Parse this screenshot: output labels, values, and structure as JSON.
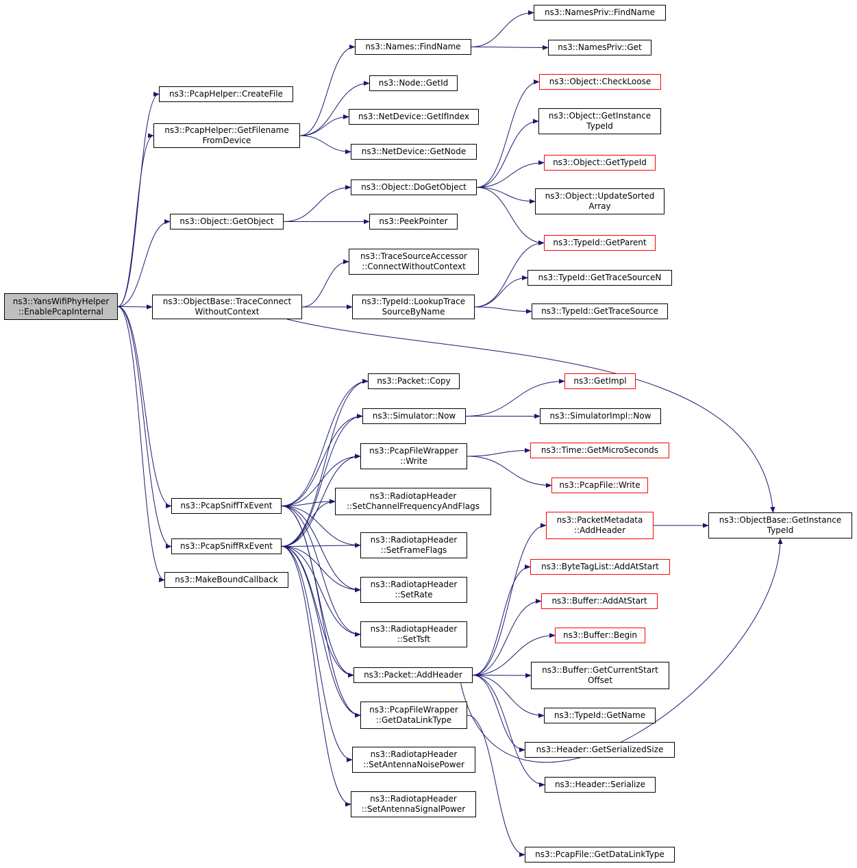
{
  "colors": {
    "edge": "#191970",
    "node_border": "#000000",
    "node_border_truncated": "#ff0000",
    "root_fill": "#bfbfbf",
    "node_fill": "#ffffff"
  },
  "nodes": [
    {
      "id": "root",
      "lines": [
        "ns3::YansWifiPhyHelper",
        "::EnablePcapInternal"
      ],
      "truncated": false,
      "root": true
    },
    {
      "id": "createfile",
      "lines": [
        "ns3::PcapHelper::CreateFile"
      ],
      "truncated": false
    },
    {
      "id": "getfilename",
      "lines": [
        "ns3::PcapHelper::GetFilename",
        "FromDevice"
      ],
      "truncated": false
    },
    {
      "id": "getobject",
      "lines": [
        "ns3::Object::GetObject"
      ],
      "truncated": false
    },
    {
      "id": "traceconnect",
      "lines": [
        "ns3::ObjectBase::TraceConnect",
        "WithoutContext"
      ],
      "truncated": false
    },
    {
      "id": "sniffTx",
      "lines": [
        "ns3::PcapSniffTxEvent"
      ],
      "truncated": false
    },
    {
      "id": "sniffRx",
      "lines": [
        "ns3::PcapSniffRxEvent"
      ],
      "truncated": false
    },
    {
      "id": "makebound",
      "lines": [
        "ns3::MakeBoundCallback"
      ],
      "truncated": false
    },
    {
      "id": "namesfind",
      "lines": [
        "ns3::Names::FindName"
      ],
      "truncated": false
    },
    {
      "id": "nodeget",
      "lines": [
        "ns3::Node::GetId"
      ],
      "truncated": false
    },
    {
      "id": "netifindex",
      "lines": [
        "ns3::NetDevice::GetIfIndex"
      ],
      "truncated": false
    },
    {
      "id": "netnode",
      "lines": [
        "ns3::NetDevice::GetNode"
      ],
      "truncated": false
    },
    {
      "id": "dogetobject",
      "lines": [
        "ns3::Object::DoGetObject"
      ],
      "truncated": false
    },
    {
      "id": "peekpointer",
      "lines": [
        "ns3::PeekPointer"
      ],
      "truncated": false
    },
    {
      "id": "tsaccessor",
      "lines": [
        "ns3::TraceSourceAccessor",
        "::ConnectWithoutContext"
      ],
      "truncated": false
    },
    {
      "id": "lookuptrace",
      "lines": [
        "ns3::TypeId::LookupTrace",
        "SourceByName"
      ],
      "truncated": false
    },
    {
      "id": "npfind",
      "lines": [
        "ns3::NamesPriv::FindName"
      ],
      "truncated": false
    },
    {
      "id": "npget",
      "lines": [
        "ns3::NamesPriv::Get"
      ],
      "truncated": false
    },
    {
      "id": "checkloose",
      "lines": [
        "ns3::Object::CheckLoose"
      ],
      "truncated": true
    },
    {
      "id": "getinsttypeid",
      "lines": [
        "ns3::Object::GetInstance",
        "TypeId"
      ],
      "truncated": false
    },
    {
      "id": "gettypeid",
      "lines": [
        "ns3::Object::GetTypeId"
      ],
      "truncated": true
    },
    {
      "id": "updatesorted",
      "lines": [
        "ns3::Object::UpdateSorted",
        "Array"
      ],
      "truncated": false
    },
    {
      "id": "getparent",
      "lines": [
        "ns3::TypeId::GetParent"
      ],
      "truncated": true
    },
    {
      "id": "gettracesourcen",
      "lines": [
        "ns3::TypeId::GetTraceSourceN"
      ],
      "truncated": false
    },
    {
      "id": "gettracesource",
      "lines": [
        "ns3::TypeId::GetTraceSource"
      ],
      "truncated": false
    },
    {
      "id": "packetcopy",
      "lines": [
        "ns3::Packet::Copy"
      ],
      "truncated": false
    },
    {
      "id": "simnow",
      "lines": [
        "ns3::Simulator::Now"
      ],
      "truncated": false
    },
    {
      "id": "pfwwrite",
      "lines": [
        "ns3::PcapFileWrapper",
        "::Write"
      ],
      "truncated": false
    },
    {
      "id": "rtchannel",
      "lines": [
        "ns3::RadiotapHeader",
        "::SetChannelFrequencyAndFlags"
      ],
      "truncated": false
    },
    {
      "id": "rtframe",
      "lines": [
        "ns3::RadiotapHeader",
        "::SetFrameFlags"
      ],
      "truncated": false
    },
    {
      "id": "rtrate",
      "lines": [
        "ns3::RadiotapHeader",
        "::SetRate"
      ],
      "truncated": false
    },
    {
      "id": "rttsft",
      "lines": [
        "ns3::RadiotapHeader",
        "::SetTsft"
      ],
      "truncated": false
    },
    {
      "id": "addheader",
      "lines": [
        "ns3::Packet::AddHeader"
      ],
      "truncated": false
    },
    {
      "id": "pfwdlt",
      "lines": [
        "ns3::PcapFileWrapper",
        "::GetDataLinkType"
      ],
      "truncated": false
    },
    {
      "id": "rtnoise",
      "lines": [
        "ns3::RadiotapHeader",
        "::SetAntennaNoisePower"
      ],
      "truncated": false
    },
    {
      "id": "rtsignal",
      "lines": [
        "ns3::RadiotapHeader",
        "::SetAntennaSignalPower"
      ],
      "truncated": false
    },
    {
      "id": "getimpl",
      "lines": [
        "ns3::GetImpl"
      ],
      "truncated": true
    },
    {
      "id": "simimplnow",
      "lines": [
        "ns3::SimulatorImpl::Now"
      ],
      "truncated": false
    },
    {
      "id": "getmicro",
      "lines": [
        "ns3::Time::GetMicroSeconds"
      ],
      "truncated": true
    },
    {
      "id": "pcapfilewrite",
      "lines": [
        "ns3::PcapFile::Write"
      ],
      "truncated": true
    },
    {
      "id": "pmaddheader",
      "lines": [
        "ns3::PacketMetadata",
        "::AddHeader"
      ],
      "truncated": true
    },
    {
      "id": "btladdatstart",
      "lines": [
        "ns3::ByteTagList::AddAtStart"
      ],
      "truncated": true
    },
    {
      "id": "bufaddatstart",
      "lines": [
        "ns3::Buffer::AddAtStart"
      ],
      "truncated": true
    },
    {
      "id": "bufbegin",
      "lines": [
        "ns3::Buffer::Begin"
      ],
      "truncated": true
    },
    {
      "id": "bufcurstart",
      "lines": [
        "ns3::Buffer::GetCurrentStart",
        "Offset"
      ],
      "truncated": false
    },
    {
      "id": "typeidname",
      "lines": [
        "ns3::TypeId::GetName"
      ],
      "truncated": false
    },
    {
      "id": "hdrsersize",
      "lines": [
        "ns3::Header::GetSerializedSize"
      ],
      "truncated": false
    },
    {
      "id": "hdrserialize",
      "lines": [
        "ns3::Header::Serialize"
      ],
      "truncated": false
    },
    {
      "id": "pfdlt",
      "lines": [
        "ns3::PcapFile::GetDataLinkType"
      ],
      "truncated": false
    },
    {
      "id": "obginsttypeid",
      "lines": [
        "ns3::ObjectBase::GetInstance",
        "TypeId"
      ],
      "truncated": false
    }
  ],
  "edges": [
    [
      "root",
      "createfile"
    ],
    [
      "root",
      "getfilename"
    ],
    [
      "root",
      "getobject"
    ],
    [
      "root",
      "traceconnect"
    ],
    [
      "root",
      "sniffTx"
    ],
    [
      "root",
      "sniffRx"
    ],
    [
      "root",
      "makebound"
    ],
    [
      "getfilename",
      "namesfind"
    ],
    [
      "getfilename",
      "nodeget"
    ],
    [
      "getfilename",
      "netifindex"
    ],
    [
      "getfilename",
      "netnode"
    ],
    [
      "namesfind",
      "npfind"
    ],
    [
      "namesfind",
      "npget"
    ],
    [
      "getobject",
      "dogetobject"
    ],
    [
      "getobject",
      "peekpointer"
    ],
    [
      "dogetobject",
      "checkloose"
    ],
    [
      "dogetobject",
      "getinsttypeid"
    ],
    [
      "dogetobject",
      "gettypeid"
    ],
    [
      "dogetobject",
      "updatesorted"
    ],
    [
      "dogetobject",
      "getparent"
    ],
    [
      "traceconnect",
      "tsaccessor"
    ],
    [
      "traceconnect",
      "lookuptrace"
    ],
    [
      "traceconnect",
      "obginsttypeid"
    ],
    [
      "lookuptrace",
      "getparent"
    ],
    [
      "lookuptrace",
      "gettracesourcen"
    ],
    [
      "lookuptrace",
      "gettracesource"
    ],
    [
      "sniffTx",
      "packetcopy"
    ],
    [
      "sniffTx",
      "simnow"
    ],
    [
      "sniffTx",
      "pfwwrite"
    ],
    [
      "sniffTx",
      "rtchannel"
    ],
    [
      "sniffTx",
      "rtframe"
    ],
    [
      "sniffTx",
      "rtrate"
    ],
    [
      "sniffTx",
      "rttsft"
    ],
    [
      "sniffTx",
      "addheader"
    ],
    [
      "sniffTx",
      "pfwdlt"
    ],
    [
      "sniffRx",
      "packetcopy"
    ],
    [
      "sniffRx",
      "simnow"
    ],
    [
      "sniffRx",
      "pfwwrite"
    ],
    [
      "sniffRx",
      "rtchannel"
    ],
    [
      "sniffRx",
      "rtframe"
    ],
    [
      "sniffRx",
      "rtrate"
    ],
    [
      "sniffRx",
      "rttsft"
    ],
    [
      "sniffRx",
      "addheader"
    ],
    [
      "sniffRx",
      "pfwdlt"
    ],
    [
      "sniffRx",
      "rtnoise"
    ],
    [
      "sniffRx",
      "rtsignal"
    ],
    [
      "simnow",
      "getimpl"
    ],
    [
      "simnow",
      "simimplnow"
    ],
    [
      "pfwwrite",
      "getmicro"
    ],
    [
      "pfwwrite",
      "pcapfilewrite"
    ],
    [
      "addheader",
      "pmaddheader"
    ],
    [
      "addheader",
      "btladdatstart"
    ],
    [
      "addheader",
      "bufaddatstart"
    ],
    [
      "addheader",
      "bufbegin"
    ],
    [
      "addheader",
      "bufcurstart"
    ],
    [
      "addheader",
      "typeidname"
    ],
    [
      "addheader",
      "hdrsersize"
    ],
    [
      "addheader",
      "hdrserialize"
    ],
    [
      "addheader",
      "obginsttypeid"
    ],
    [
      "pmaddheader",
      "obginsttypeid"
    ],
    [
      "pfwdlt",
      "pfdlt"
    ]
  ]
}
